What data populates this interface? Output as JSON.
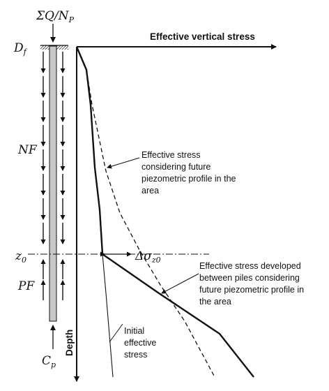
{
  "load_label": {
    "main": "ΣQ/N",
    "sub": "P"
  },
  "df_label": {
    "main": "D",
    "sub": "f"
  },
  "nf_label": "NF",
  "z0_label": {
    "main": "z",
    "sub": "0"
  },
  "pf_label": "PF",
  "cp_label": {
    "main": "C",
    "sub": "p"
  },
  "x_axis_title": "Effective vertical stress",
  "y_axis_title": "Depth",
  "delta_label": {
    "main": "Δσ",
    "sub": "z0"
  },
  "annotations": {
    "future": [
      "Effective stress",
      "considering future",
      "piezometric profile in the",
      "area"
    ],
    "developed": [
      "Effective stress developed",
      "between piles considering",
      "future piezometric profile in",
      "the area"
    ],
    "initial": [
      "Initial",
      "effective",
      "stress"
    ]
  },
  "colors": {
    "line": "#111111",
    "pile_fill": "#c8c8c8"
  }
}
